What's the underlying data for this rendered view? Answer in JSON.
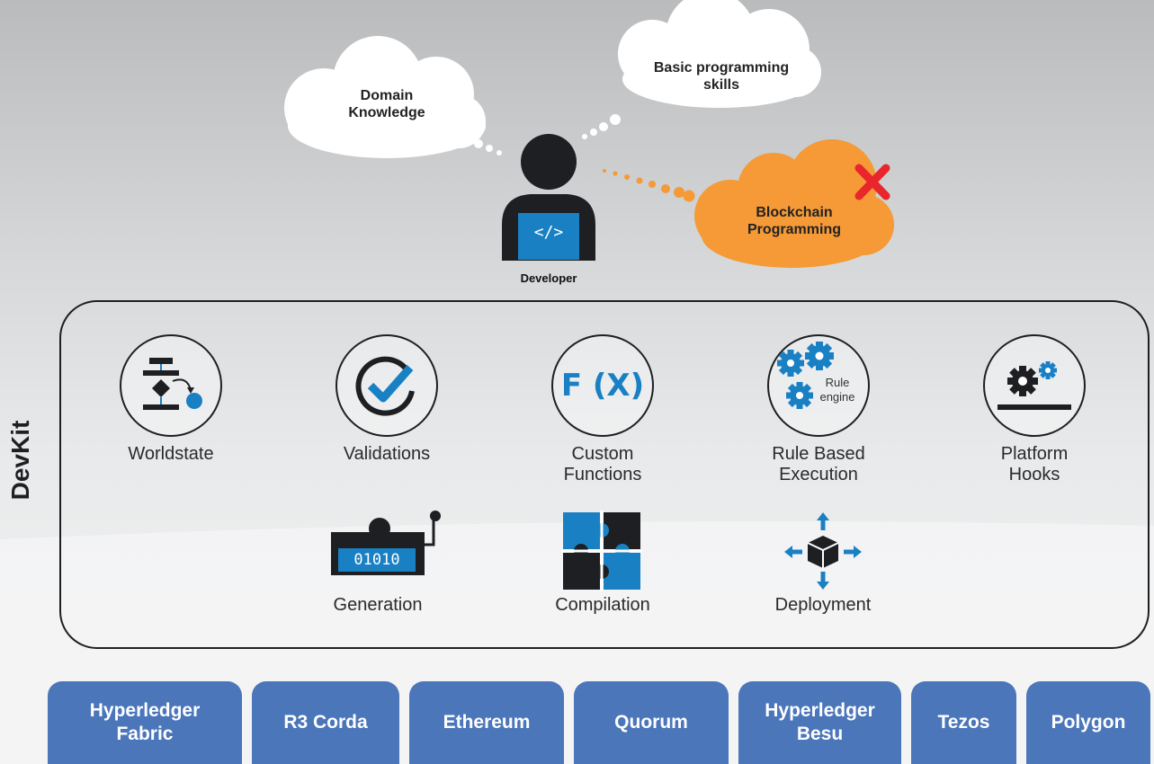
{
  "developer": {
    "label": "Developer",
    "code_symbol": "</>"
  },
  "clouds": [
    {
      "text": "Domain Knowledge",
      "lines": [
        "Domain",
        "Knowledge"
      ]
    },
    {
      "text": "Basic programming skills",
      "lines": [
        "Basic programming",
        "skills"
      ]
    },
    {
      "text": "Blockchain Programming",
      "lines": [
        "Blockchain",
        "Programming"
      ],
      "crossed_out": true
    }
  ],
  "devkit": {
    "label": "DevKit",
    "features": [
      {
        "label_lines": [
          "Worldstate"
        ],
        "icon": "worldstate-flowchart-icon"
      },
      {
        "label_lines": [
          "Validations"
        ],
        "icon": "checkmark-icon"
      },
      {
        "label_lines": [
          "Custom",
          "Functions"
        ],
        "icon": "function-fx-icon",
        "icon_text": "F (X)"
      },
      {
        "label_lines": [
          "Rule Based",
          "Execution"
        ],
        "icon": "rule-engine-gears-icon",
        "icon_text_lines": [
          "Rule",
          "engine"
        ]
      },
      {
        "label_lines": [
          "Platform",
          "Hooks"
        ],
        "icon": "gears-platform-icon"
      }
    ],
    "tools": [
      {
        "label": "Generation",
        "icon": "code-generator-icon",
        "icon_text": "01010"
      },
      {
        "label": "Compilation",
        "icon": "puzzle-icon"
      },
      {
        "label": "Deployment",
        "icon": "cube-arrows-icon"
      }
    ]
  },
  "platforms": [
    {
      "lines": [
        "Hyperledger",
        "Fabric"
      ]
    },
    {
      "lines": [
        "R3 Corda"
      ]
    },
    {
      "lines": [
        "Ethereum"
      ]
    },
    {
      "lines": [
        "Quorum"
      ]
    },
    {
      "lines": [
        "Hyperledger",
        "Besu"
      ]
    },
    {
      "lines": [
        "Tezos"
      ]
    },
    {
      "lines": [
        "Polygon"
      ]
    }
  ],
  "colors": {
    "accent_blue": "#1a80c4",
    "platform_blue": "#4b76ba",
    "orange": "#f59a36",
    "cross_red": "#e8262c",
    "dark": "#1d1f22"
  }
}
